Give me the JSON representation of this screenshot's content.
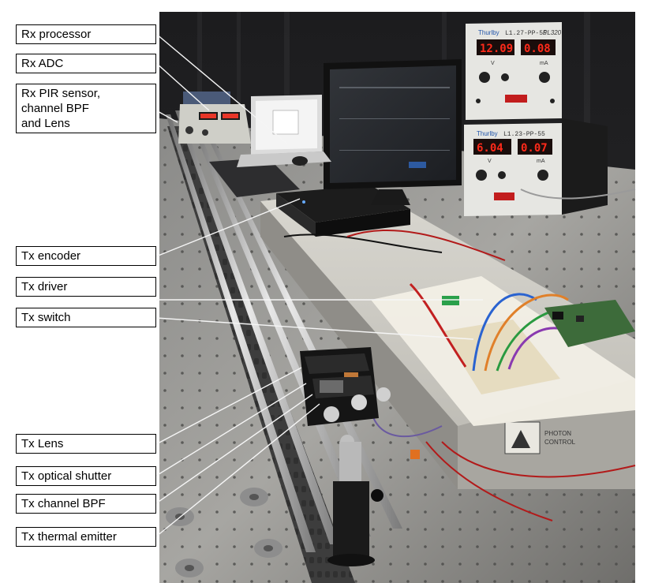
{
  "labels": {
    "rx_processor": "Rx processor",
    "rx_adc": "Rx ADC",
    "rx_pir_line1": "Rx PIR sensor,",
    "rx_pir_line2": "channel BPF",
    "rx_pir_line3": "and Lens",
    "tx_encoder": "Tx encoder",
    "tx_driver": "Tx driver",
    "tx_switch": "Tx switch",
    "tx_lens": "Tx Lens",
    "tx_optical_shutter": "Tx optical shutter",
    "tx_channel_bpf": "Tx channel BPF",
    "tx_thermal_emitter": "Tx thermal emitter"
  },
  "psu_top": {
    "brand": "Thurlby",
    "model_text": "L1.27-PP-55",
    "series": "PL320",
    "display_left": "12.09",
    "display_right": "0.08",
    "unit_left": "V",
    "unit_right": "mA"
  },
  "psu_bottom": {
    "brand": "Thurlby",
    "model_text": "L1.23-PP-55",
    "display_left": "6.04",
    "display_right": "0.07",
    "unit_left": "V",
    "unit_right": "mA"
  },
  "case_text": {
    "line1": "PHOTON",
    "line2": "CONTROL"
  },
  "colors": {
    "background": "#ffffff",
    "label_border": "#000000",
    "leader_line": "#f5f5f5",
    "display_red": "#ff2a1a"
  }
}
